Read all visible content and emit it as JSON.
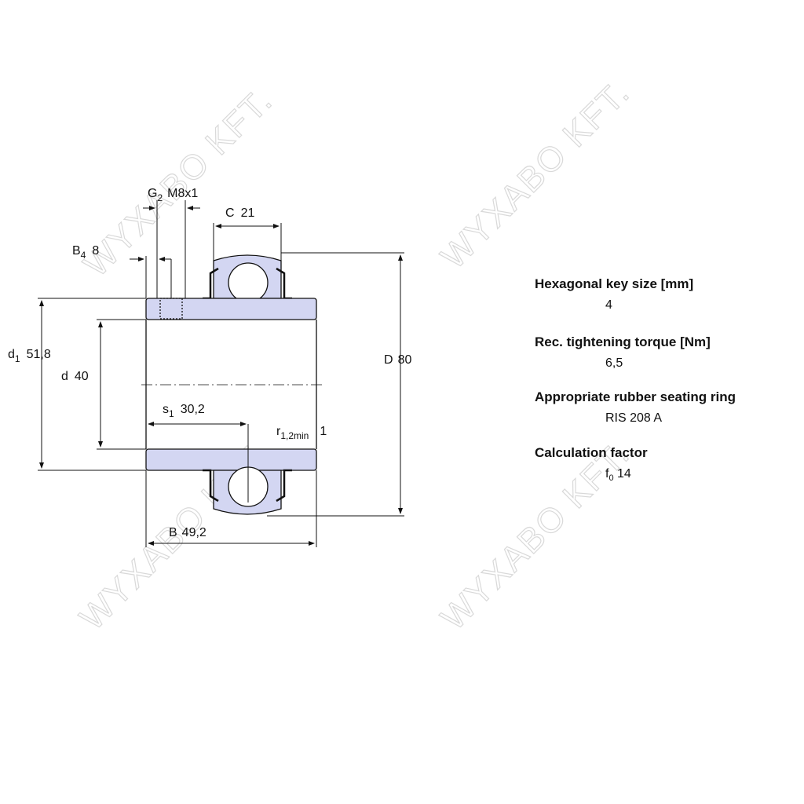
{
  "watermark": "WYXABO KFT.",
  "dimensions": {
    "G2_sym": "G",
    "G2_sub": "2",
    "G2_val": "M8x1",
    "C_sym": "C",
    "C_val": "21",
    "B4_sym": "B",
    "B4_sub": "4",
    "B4_val": "8",
    "d1_sym": "d",
    "d1_sub": "1",
    "d1_val": "51,8",
    "d_sym": "d",
    "d_val": "40",
    "D_sym": "D",
    "D_val": "80",
    "s1_sym": "s",
    "s1_sub": "1",
    "s1_val": "30,2",
    "r_sym": "r",
    "r_sub": "1,2min",
    "r_val": "1",
    "B_sym": "B",
    "B_val": "49,2"
  },
  "colors": {
    "fill": "#d3d6f2",
    "line": "#111111"
  },
  "specs": [
    {
      "label": "Hexagonal key size [mm]",
      "value": "4"
    },
    {
      "label": "Rec. tightening torque [Nm]",
      "value": "6,5"
    },
    {
      "label": "Appropriate rubber seating ring",
      "value": "RIS 208 A"
    },
    {
      "label": "Calculation factor",
      "value_sym": "f",
      "value_sub": "0",
      "value": "14"
    }
  ]
}
